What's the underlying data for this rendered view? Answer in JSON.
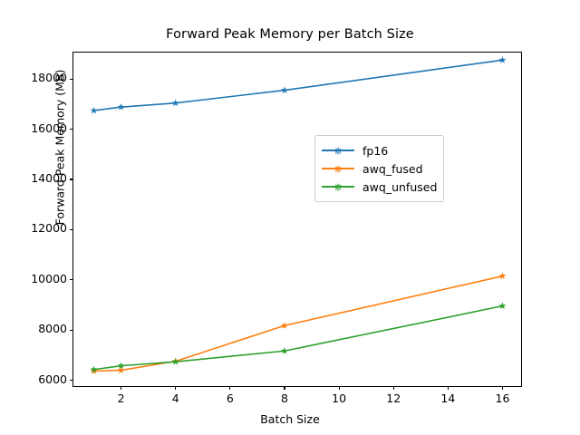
{
  "chart_data": {
    "type": "line",
    "title": "Forward Peak Memory per Batch Size",
    "xlabel": "Batch Size",
    "ylabel": "Forward Peak Memory (MB)",
    "x": [
      1,
      2,
      4,
      8,
      16
    ],
    "xlim": [
      0.25,
      16.75
    ],
    "ylim": [
      5700,
      19050
    ],
    "xticks": [
      2,
      4,
      6,
      8,
      10,
      12,
      14,
      16
    ],
    "yticks": [
      6000,
      8000,
      10000,
      12000,
      14000,
      16000,
      18000
    ],
    "grid": false,
    "legend_position": "center right",
    "marker": "star",
    "series": [
      {
        "name": "fp16",
        "color": "#1f77b4",
        "values": [
          16740,
          16880,
          17040,
          17550,
          18750
        ]
      },
      {
        "name": "awq_fused",
        "color": "#ff7f0e",
        "values": [
          6370,
          6400,
          6760,
          8180,
          10150
        ]
      },
      {
        "name": "awq_unfused",
        "color": "#2ca02c",
        "values": [
          6430,
          6580,
          6740,
          7170,
          8960
        ]
      }
    ]
  },
  "figure": {
    "background": "#ffffff",
    "axes_color": "#000000"
  }
}
